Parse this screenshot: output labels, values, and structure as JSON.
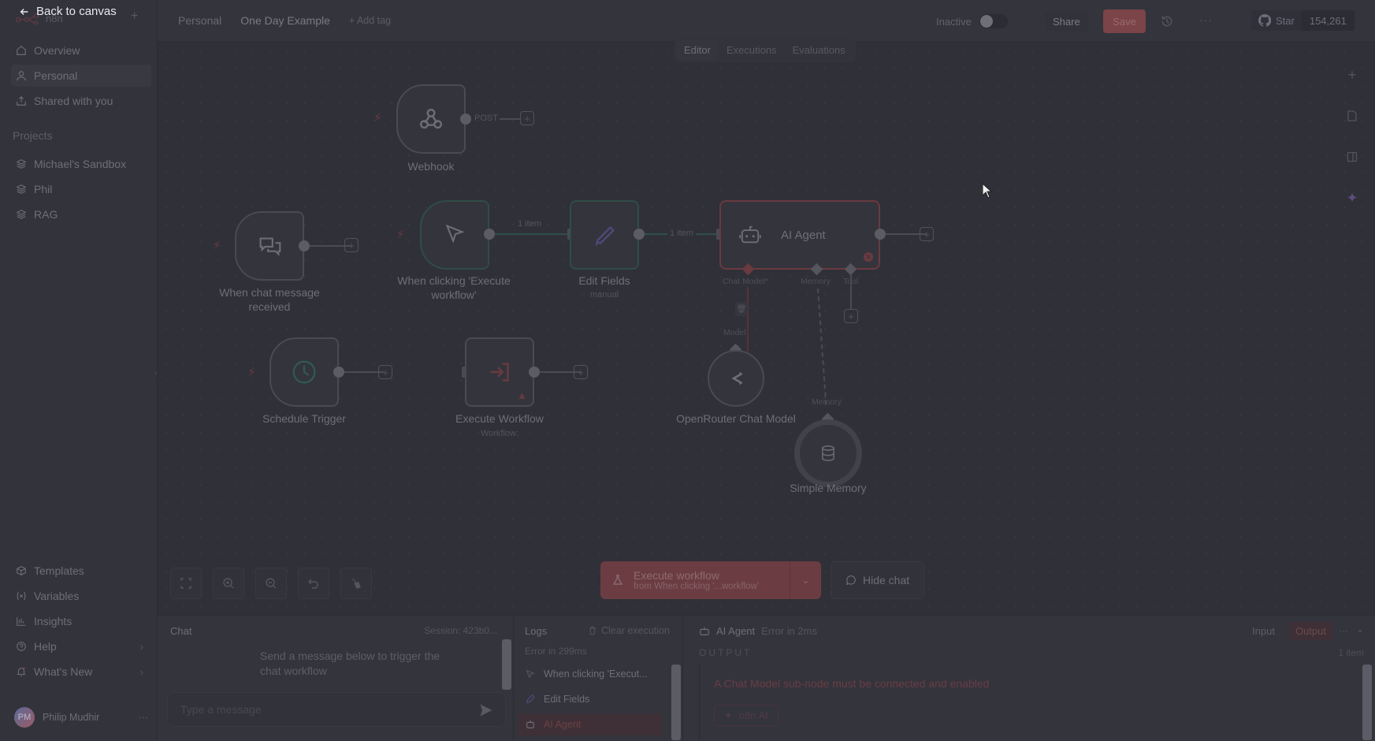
{
  "sidebar": {
    "back_label": "Back to canvas",
    "logo_text": "n8n",
    "nav": [
      {
        "label": "Overview",
        "icon": "home-icon"
      },
      {
        "label": "Personal",
        "icon": "user-icon",
        "active": true
      },
      {
        "label": "Shared with you",
        "icon": "share-icon"
      }
    ],
    "projects_heading": "Projects",
    "projects": [
      {
        "label": "Michael's Sandbox",
        "icon": "layers-icon"
      },
      {
        "label": "Phil",
        "icon": "layers-icon"
      },
      {
        "label": "RAG",
        "icon": "layers-icon"
      }
    ],
    "bottom_nav": [
      {
        "label": "Templates",
        "icon": "box-icon"
      },
      {
        "label": "Variables",
        "icon": "variable-icon"
      },
      {
        "label": "Insights",
        "icon": "chart-icon"
      },
      {
        "label": "Help",
        "icon": "help-icon",
        "chevron": "›"
      },
      {
        "label": "What's New",
        "icon": "bell-icon",
        "chevron": "›"
      }
    ],
    "user": {
      "initials": "PM",
      "name": "Philip Mudhir",
      "more": "···"
    }
  },
  "header": {
    "breadcrumb_project": "Personal",
    "workflow_name": "One Day Example",
    "add_tag": "+ Add tag",
    "active_label": "Inactive",
    "share_label": "Share",
    "save_label": "Save",
    "more": "···",
    "github": {
      "label": "Star",
      "count": "154,261"
    },
    "tabs": [
      {
        "label": "Editor",
        "active": true
      },
      {
        "label": "Executions"
      },
      {
        "label": "Evaluations"
      }
    ]
  },
  "canvas": {
    "nodes": {
      "webhook": {
        "label": "Webhook",
        "port_label": "POST"
      },
      "chat_trigger": {
        "label": "When chat message received"
      },
      "manual_trigger": {
        "label": "When clicking 'Execute workflow'"
      },
      "edit_fields": {
        "label": "Edit Fields",
        "sub": "manual"
      },
      "ai_agent": {
        "label": "AI Agent",
        "ports": [
          "Chat Model*",
          "Memory",
          "Tool"
        ]
      },
      "schedule": {
        "label": "Schedule Trigger"
      },
      "execute_workflow": {
        "label": "Execute Workflow",
        "sub": "Workflow:"
      },
      "openrouter": {
        "label": "OpenRouter Chat Model",
        "port_label": "Model"
      },
      "memory": {
        "label": "Simple Memory",
        "port_label": "Memory"
      }
    },
    "edges": {
      "manual_to_edit": "1 item",
      "edit_to_agent": "1 item"
    },
    "execute_button": {
      "title": "Execute workflow",
      "subtitle": "from When clicking '...workflow'"
    },
    "hide_chat": "Hide chat"
  },
  "chat": {
    "title": "Chat",
    "session": "Session: 423b0...",
    "hint": "Send a message below to trigger the chat workflow",
    "input_placeholder": "Type a message"
  },
  "logs": {
    "title": "Logs",
    "clear": "Clear execution",
    "status": "Error in 299ms",
    "rows": [
      {
        "label": "When clicking 'Execut...",
        "icon": "cursor-icon"
      },
      {
        "label": "Edit Fields",
        "icon": "pencil-icon"
      },
      {
        "label": "AI Agent",
        "icon": "robot-icon",
        "error": true
      }
    ]
  },
  "output": {
    "node_name": "AI Agent",
    "status": "Error in 2ms",
    "tabs": [
      {
        "label": "Input"
      },
      {
        "label": "Output",
        "active": true
      }
    ],
    "caption": "OUTPUT",
    "item_count": "1 item",
    "error_message": "A Chat Model sub-node must be connected and enabled",
    "ai_button": "n8n AI"
  },
  "colors": {
    "accent": "#ea4b71",
    "success": "#2f5249",
    "error": "#6a3a40"
  }
}
